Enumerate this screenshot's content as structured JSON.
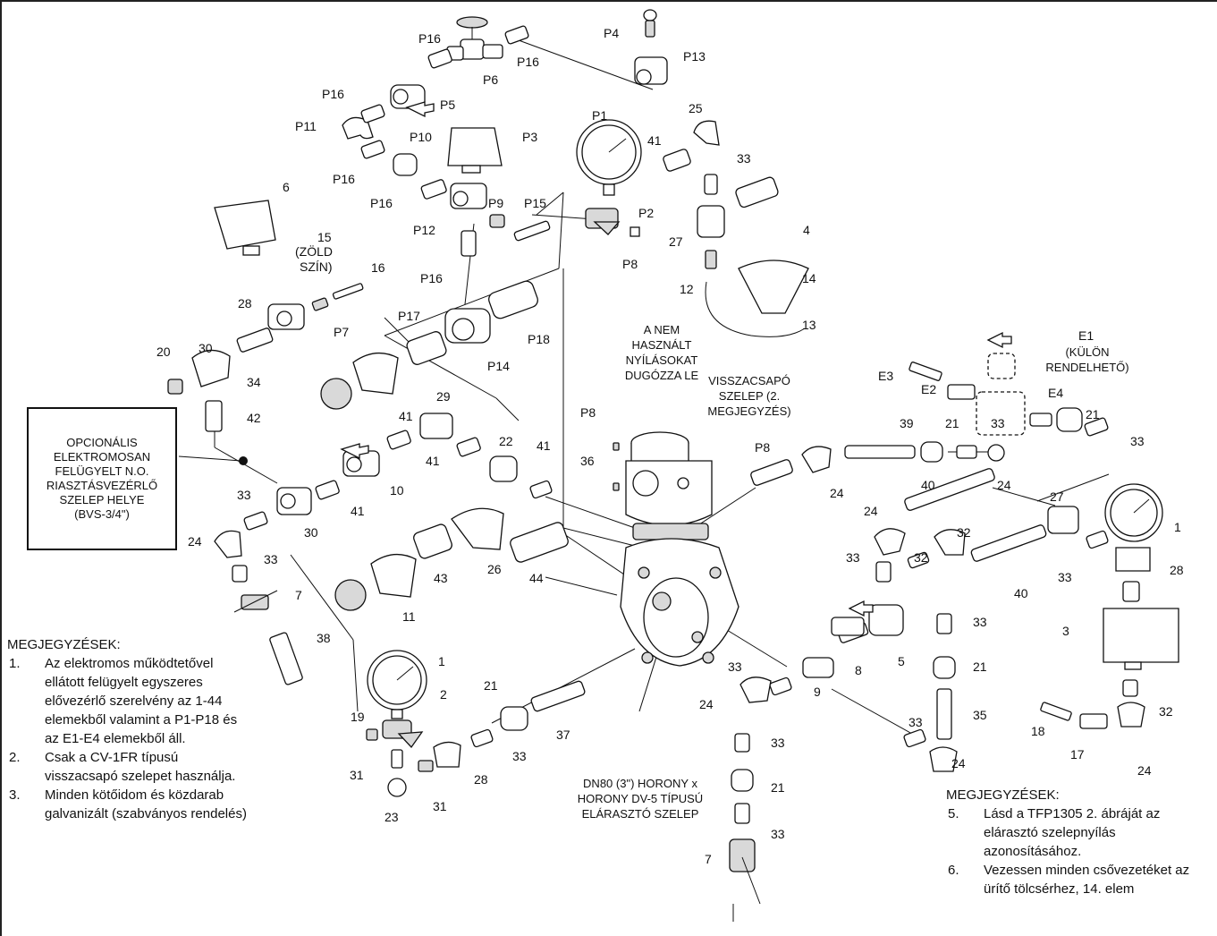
{
  "part_labels": {
    "P16a": "P16",
    "P16b": "P16",
    "P16c": "P16",
    "P16d": "P16",
    "P16e": "P16",
    "P16f": "P16",
    "P6": "P6",
    "P4": "P4",
    "P13": "P13",
    "P5": "P5",
    "P11": "P11",
    "P10": "P10",
    "P3": "P3",
    "P1": "P1",
    "P9": "P9",
    "P15": "P15",
    "P12": "P12",
    "P2": "P2",
    "P8a": "P8",
    "P8b": "P8",
    "P8c": "P8",
    "P17": "P17",
    "P18": "P18",
    "P7": "P7",
    "P14": "P14",
    "n41a": "41",
    "n25": "25",
    "n33a": "33",
    "n4": "4",
    "n27a": "27",
    "n12": "12",
    "n14": "14",
    "n13": "13",
    "n6": "6",
    "n15": "15",
    "n16": "16",
    "n28a": "28",
    "n30a": "30",
    "n20": "20",
    "n34": "34",
    "n42": "42",
    "n29": "29",
    "n41b": "41",
    "n41c": "41",
    "n41d": "41",
    "n41e": "41",
    "n22": "22",
    "n10": "10",
    "n33b": "33",
    "n30b": "30",
    "n24a": "24",
    "n33c": "33",
    "n7a": "7",
    "n38": "38",
    "n11": "11",
    "n43": "43",
    "n26": "26",
    "n44": "44",
    "n1a": "1",
    "n19": "19",
    "n2": "2",
    "n21a": "21",
    "n37": "37",
    "n33d": "33",
    "n31a": "31",
    "n28b": "28",
    "n23": "23",
    "n31b": "31",
    "n36": "36",
    "n24b": "24",
    "n39": "39",
    "n21b": "21",
    "n33e": "33",
    "n24c": "24",
    "n40a": "40",
    "n24d": "24",
    "n33f": "33",
    "n32a": "32",
    "n32b": "32",
    "n40b": "40",
    "n5": "5",
    "n8": "8",
    "n33g": "33",
    "n24e": "24",
    "n9": "9",
    "n33h": "33",
    "n21c": "21",
    "n33i": "33",
    "n7b": "7",
    "n33j": "33",
    "n21d": "21",
    "n35": "35",
    "n33k": "33",
    "n24f": "24",
    "E1": "E1",
    "E2": "E2",
    "E3": "E3",
    "E4": "E4",
    "n21e": "21",
    "n33l": "33",
    "n27b": "27",
    "n1b": "1",
    "n28c": "28",
    "n33m": "33",
    "n3": "3",
    "n32c": "32",
    "n18": "18",
    "n17": "17",
    "n24g": "24"
  },
  "callouts": {
    "zold_line1": "(ZÖLD",
    "zold_line2": "SZÍN)",
    "nem_line1": "A NEM",
    "nem_line2": "HASZNÁLT",
    "nem_line3": "NYÍLÁSOKAT",
    "nem_line4": "DUGÓZZA LE",
    "vissza_line1": "VISSZACSAPÓ",
    "vissza_line2": "SZELEP (2.",
    "vissza_line3": "MEGJEGYZÉS)",
    "kulon_line1": "(KÜLÖN",
    "kulon_line2": "RENDELHETŐ)",
    "dn_line1": "DN80 (3\")  HORONY x",
    "dn_line2": "HORONY  DV-5 TÍPUSÚ",
    "dn_line3": "ELÁRASZTÓ SZELEP"
  },
  "optional_box": {
    "line1": "OPCIONÁLIS",
    "line2": "ELEKTROMOSAN",
    "line3": "FELÜGYELT N.O.",
    "line4": "RIASZTÁSVEZÉRLŐ",
    "line5": "SZELEP HELYE",
    "line6": "(BVS-3/4\")"
  },
  "notes_left": {
    "title": "MEGJEGYZÉSEK:",
    "items": [
      {
        "num": "1.",
        "text": "Az elektromos működtetővel ellátott felügyelt egyszeres elővezérlő szerelvény az 1-44 elemekből valamint a P1-P18 és az E1-E4 elemekből áll."
      },
      {
        "num": "2.",
        "text": "Csak a CV-1FR típusú visszacsapó szelepet használja."
      },
      {
        "num": "3.",
        "text": "Minden kötőidom és közdarab galvanizált (szabványos rendelés)"
      }
    ]
  },
  "notes_right": {
    "title": "MEGJEGYZÉSEK:",
    "items": [
      {
        "num": "5.",
        "text": "Lásd a TFP1305 2. ábráját az elárasztó szelepnyílás azonosításához."
      },
      {
        "num": "6.",
        "text": "Vezessen minden csővezetéket az ürítő tölcsérhez, 14. elem"
      }
    ]
  }
}
